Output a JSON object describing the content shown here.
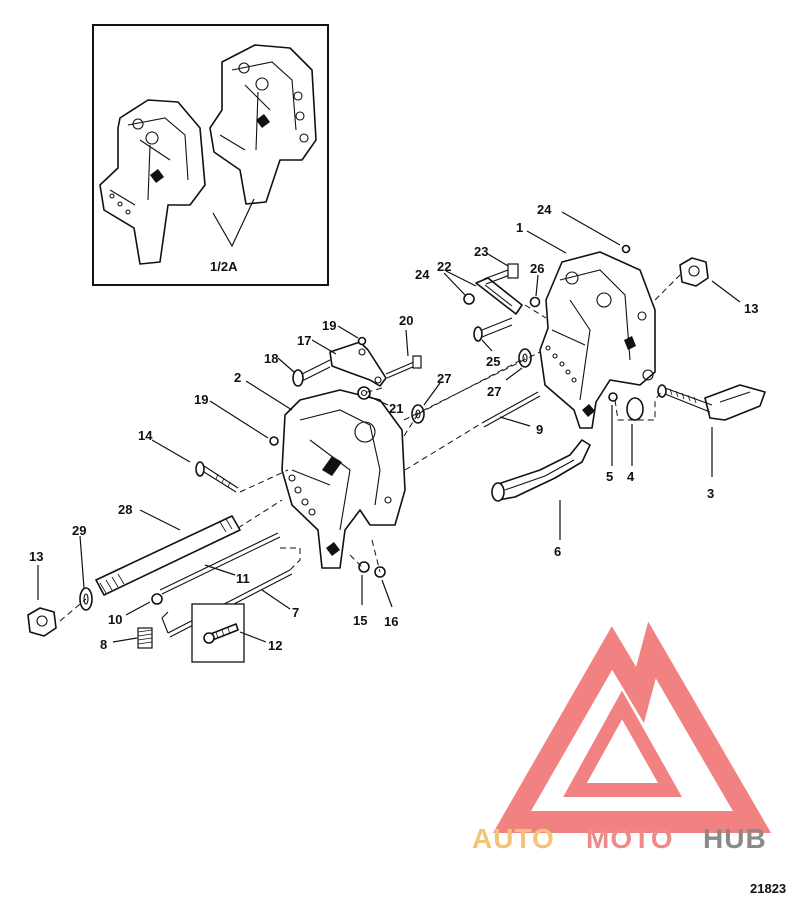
{
  "diagram": {
    "inset_label": "1/2A",
    "figure_number": "21823",
    "callouts": [
      "1",
      "2",
      "3",
      "4",
      "5",
      "6",
      "7",
      "8",
      "9",
      "10",
      "11",
      "12",
      "13",
      "13",
      "14",
      "15",
      "16",
      "17",
      "18",
      "19",
      "19",
      "20",
      "21",
      "22",
      "23",
      "24",
      "24",
      "25",
      "26",
      "27",
      "27",
      "28",
      "29"
    ]
  },
  "logo": {
    "word_auto": "AUTO",
    "word_moto": "MOTO",
    "word_hub": "HUB",
    "colors": {
      "auto": "#f5c27a",
      "moto": "#f08a8a",
      "hub": "#8a8a8a",
      "triangle": "#f06b6b"
    }
  }
}
